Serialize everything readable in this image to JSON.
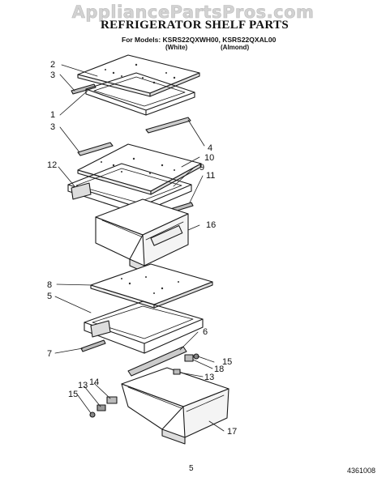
{
  "watermark": "AppliancePartsPros.com",
  "header": {
    "title": "REFRIGERATOR SHELF PARTS",
    "models": "For Models: KSRS22QXWH00, KSRS22QXAL00",
    "finish_white": "(White)",
    "finish_almond": "(Almond)"
  },
  "callouts": [
    "2",
    "3",
    "1",
    "3",
    "4",
    "10",
    "12",
    "9",
    "11",
    "16",
    "8",
    "5",
    "6",
    "7",
    "15",
    "18",
    "13",
    "14",
    "13",
    "15",
    "17"
  ],
  "footer": {
    "page_number": "5",
    "document_number": "4361008"
  }
}
